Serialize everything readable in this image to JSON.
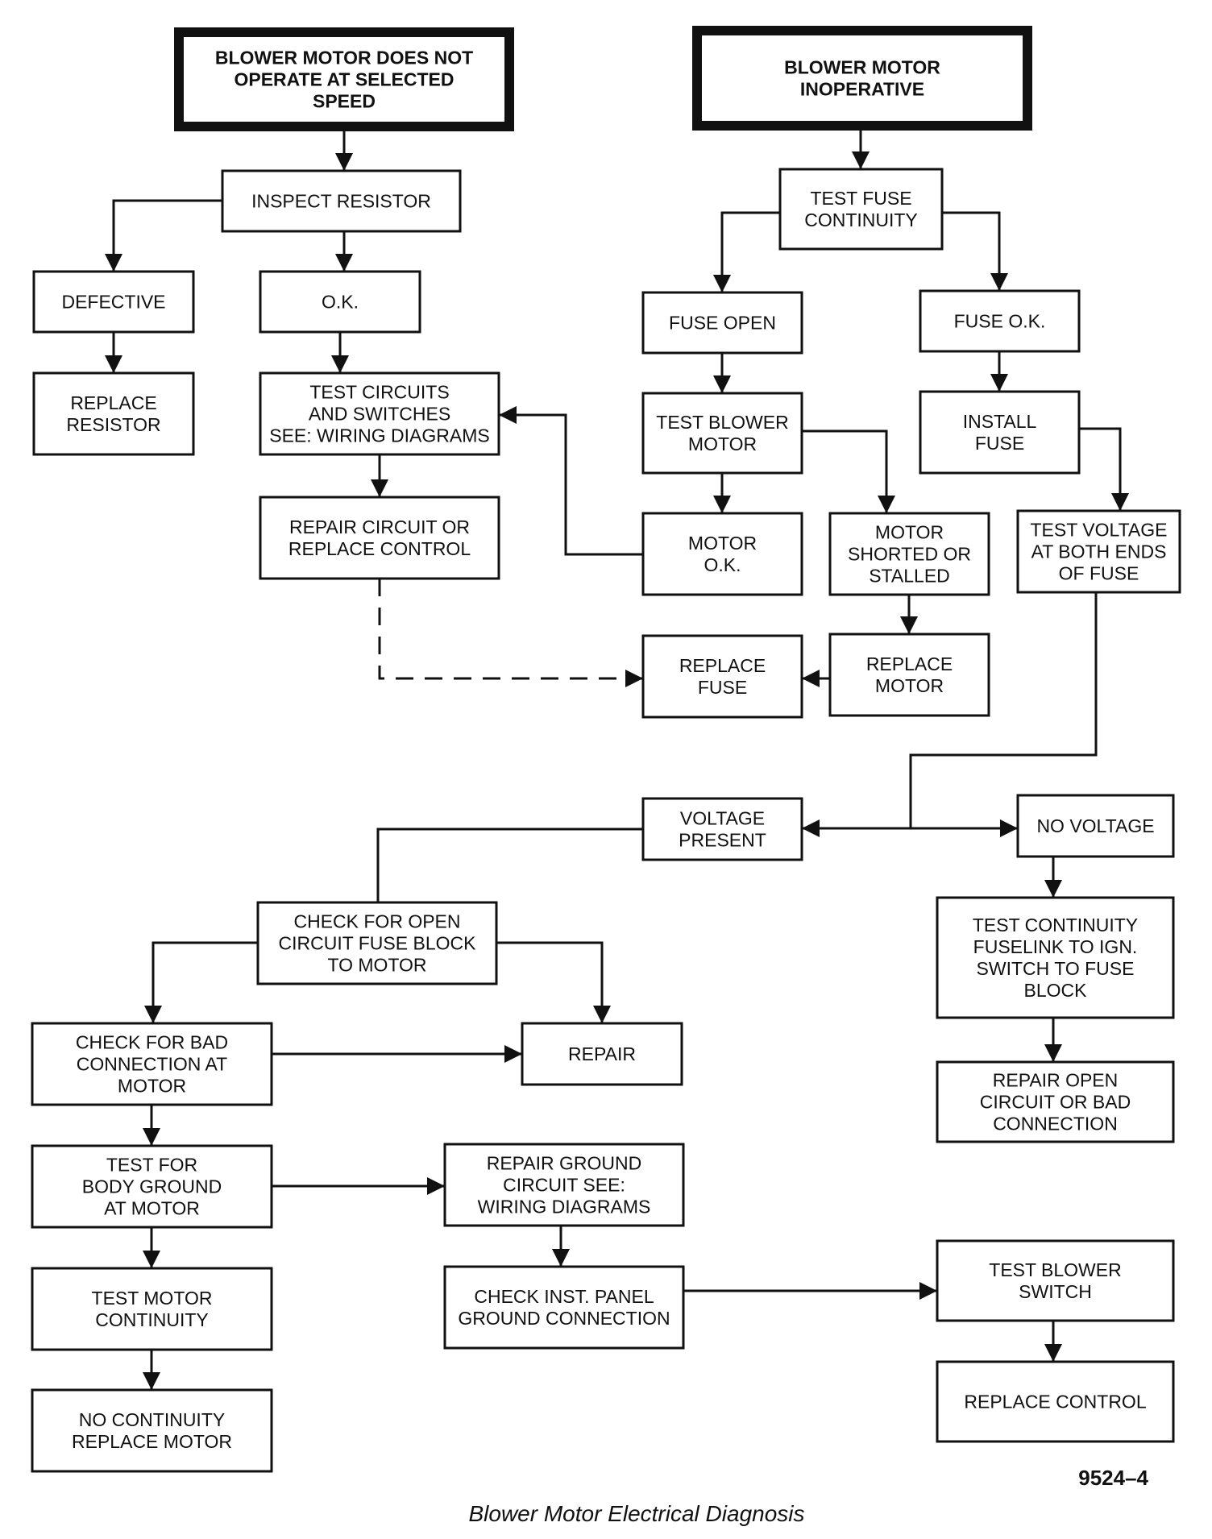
{
  "nodes": {
    "n1": {
      "lines": [
        "BLOWER MOTOR DOES NOT",
        "OPERATE AT SELECTED",
        "SPEED"
      ]
    },
    "n2": {
      "lines": [
        "BLOWER MOTOR",
        "INOPERATIVE"
      ]
    },
    "n3": {
      "lines": [
        "INSPECT RESISTOR"
      ]
    },
    "n4": {
      "lines": [
        "DEFECTIVE"
      ]
    },
    "n5": {
      "lines": [
        "O.K."
      ]
    },
    "n6": {
      "lines": [
        "REPLACE",
        "RESISTOR"
      ]
    },
    "n7": {
      "lines": [
        "TEST CIRCUITS",
        "AND SWITCHES",
        "SEE: WIRING DIAGRAMS"
      ]
    },
    "n8": {
      "lines": [
        "REPAIR CIRCUIT OR",
        "REPLACE CONTROL"
      ]
    },
    "n9": {
      "lines": [
        "TEST FUSE",
        "CONTINUITY"
      ]
    },
    "n10": {
      "lines": [
        "FUSE OPEN"
      ]
    },
    "n11": {
      "lines": [
        "FUSE O.K."
      ]
    },
    "n12": {
      "lines": [
        "TEST BLOWER",
        "MOTOR"
      ]
    },
    "n13": {
      "lines": [
        "INSTALL",
        "FUSE"
      ]
    },
    "n14": {
      "lines": [
        "MOTOR",
        "O.K."
      ]
    },
    "n15": {
      "lines": [
        "MOTOR",
        "SHORTED OR",
        "STALLED"
      ]
    },
    "n16": {
      "lines": [
        "TEST VOLTAGE",
        "AT BOTH ENDS",
        "OF FUSE"
      ]
    },
    "n17": {
      "lines": [
        "REPLACE",
        "FUSE"
      ]
    },
    "n18": {
      "lines": [
        "REPLACE",
        "MOTOR"
      ]
    },
    "n19": {
      "lines": [
        "VOLTAGE",
        "PRESENT"
      ]
    },
    "n20": {
      "lines": [
        "NO VOLTAGE"
      ]
    },
    "n21": {
      "lines": [
        "CHECK FOR OPEN",
        "CIRCUIT FUSE BLOCK",
        "TO MOTOR"
      ]
    },
    "n22": {
      "lines": [
        "TEST CONTINUITY",
        "FUSELINK TO IGN.",
        "SWITCH TO FUSE",
        "BLOCK"
      ]
    },
    "n23": {
      "lines": [
        "CHECK FOR BAD",
        "CONNECTION AT",
        "MOTOR"
      ]
    },
    "n24": {
      "lines": [
        "REPAIR"
      ]
    },
    "n25": {
      "lines": [
        "REPAIR OPEN",
        "CIRCUIT OR BAD",
        "CONNECTION"
      ]
    },
    "n26": {
      "lines": [
        "TEST FOR",
        "BODY GROUND",
        "AT MOTOR"
      ]
    },
    "n27": {
      "lines": [
        "REPAIR GROUND",
        "CIRCUIT SEE:",
        "WIRING DIAGRAMS"
      ]
    },
    "n28": {
      "lines": [
        "TEST MOTOR",
        "CONTINUITY"
      ]
    },
    "n29": {
      "lines": [
        "CHECK INST. PANEL",
        "GROUND CONNECTION"
      ]
    },
    "n30": {
      "lines": [
        "TEST BLOWER",
        "SWITCH"
      ]
    },
    "n31": {
      "lines": [
        "NO CONTINUITY",
        "REPLACE MOTOR"
      ]
    },
    "n32": {
      "lines": [
        "REPLACE CONTROL"
      ]
    }
  },
  "figure_number": "9524–4",
  "caption": "Blower Motor Electrical Diagnosis"
}
